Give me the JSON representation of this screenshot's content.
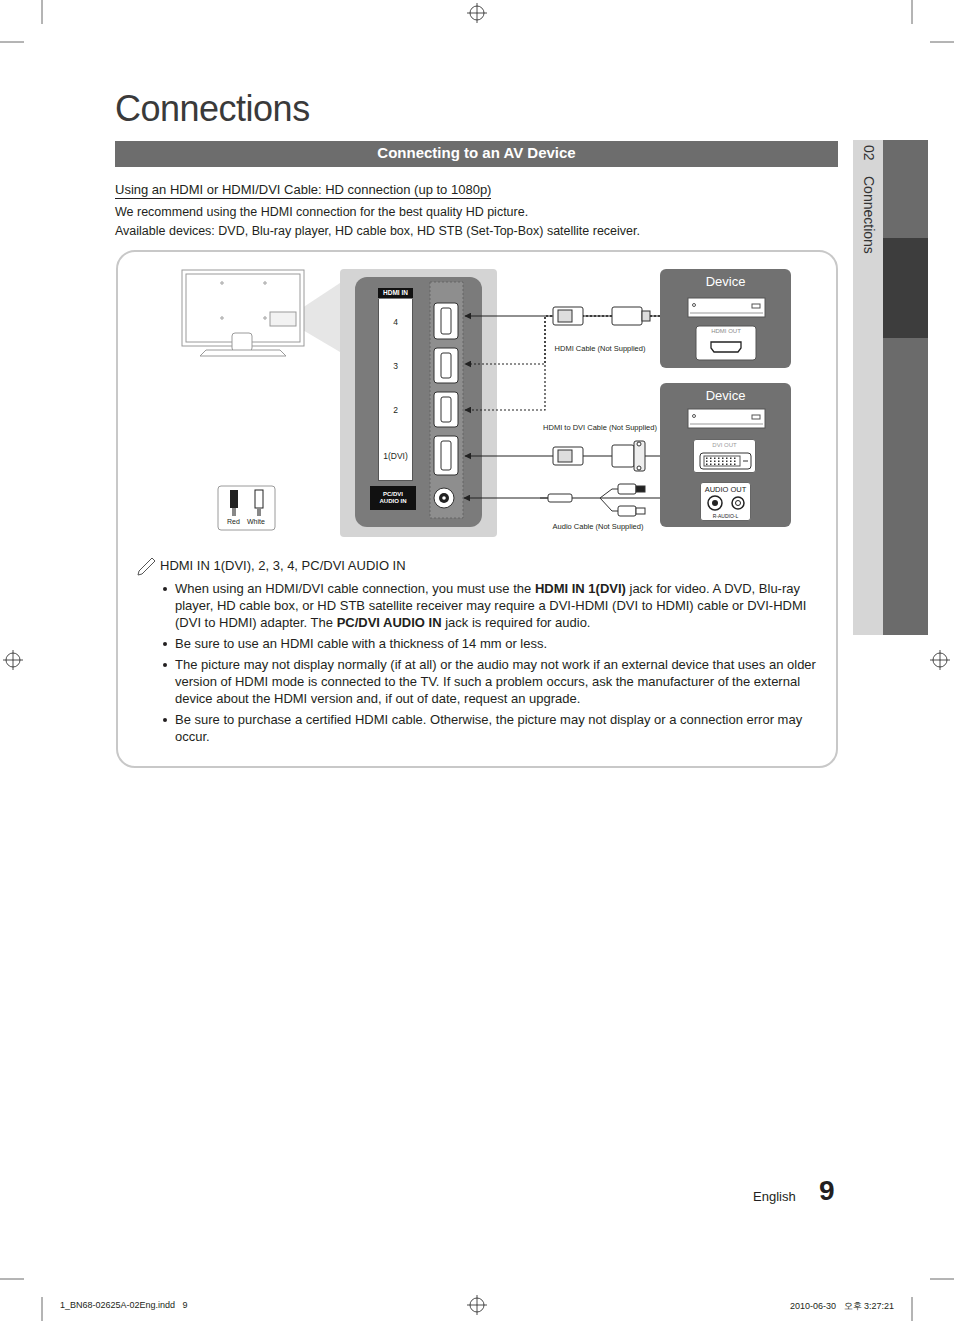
{
  "diagram": {
    "title": "Connections",
    "nodes": [
      {
        "text": [
          "Connecting to an AV Device"
        ]
      },
      {
        "text": [
          "HDMI IN"
        ]
      },
      {
        "text": [
          "4"
        ],
        "in": 1
      },
      {
        "text": [
          "3"
        ],
        "in": 1
      },
      {
        "text": [
          "2"
        ],
        "in": 1
      },
      {
        "text": [
          "1(DVI)"
        ],
        "in": 1
      },
      {
        "text": [
          "PC/DVI AUDIO IN"
        ]
      },
      {
        "text": [
          "Device",
          "HDMI OUT"
        ]
      },
      {
        "text": [
          "Device"
        ]
      },
      {
        "text": [
          "DVI OUT"
        ],
        "in": 8
      },
      {
        "text": [
          "AUDIO OUT",
          "R-AUDIO-L"
        ],
        "in": 8
      }
    ],
    "edges": [
      {
        "from": 7,
        "to": 2,
        "arrow": "to",
        "label": "HDMI Cable (Not Supplied)"
      },
      {
        "from": 7,
        "to": 3,
        "arrow": "to"
      },
      {
        "from": 7,
        "to": 4,
        "arrow": "to"
      },
      {
        "from": 9,
        "to": 5,
        "arrow": "to",
        "label": "HDMI to DVI Cable (Not Supplied)"
      },
      {
        "from": 10,
        "to": 6,
        "arrow": "to",
        "label": "Audio Cable (Not Supplied)"
      }
    ],
    "labels": [
      "Using an HDMI or HDMI/DVI Cable: HD connection (up to 1080p)",
      "We recommend using the HDMI connection for the best quality HD picture.",
      "Available devices: DVD, Blu-ray player, HD cable box, HD STB (Set-Top-Box) satellite receiver.",
      "Red",
      "White",
      "HDMI IN 1(DVI), 2, 3, 4, PC/DVI AUDIO IN",
      "When using an HDMI/DVI cable connection, you must use the",
      "HDMI IN 1(DVI)",
      "jack for video. A DVD, Blu-ray player, HD cable box, or HD STB satellite receiver may require a DVI-HDMI (DVI to HDMI) cable or DVI-HDMI (DVI to HDMI) adapter. The",
      "PC/DVI AUDIO IN",
      "jack is required for audio.",
      "Be sure to use an HDMI cable with a thickness of 14 mm or less.",
      "The picture may not display normally (if at all) or the audio may not work if an external device that uses an older version of HDMI mode is connected to the TV. If such a problem occurs, ask the manufacturer of the external device about the HDMI version and, if out of date, request an upgrade.",
      "Be sure to purchase a certified HDMI cable. Otherwise, the picture may not display or a connection error may occur.",
      "02",
      "Connections",
      "English",
      "9",
      "1_BN68-02625A-02Eng.indd   9",
      "2010-06-30   오후 3:27:21"
    ]
  }
}
